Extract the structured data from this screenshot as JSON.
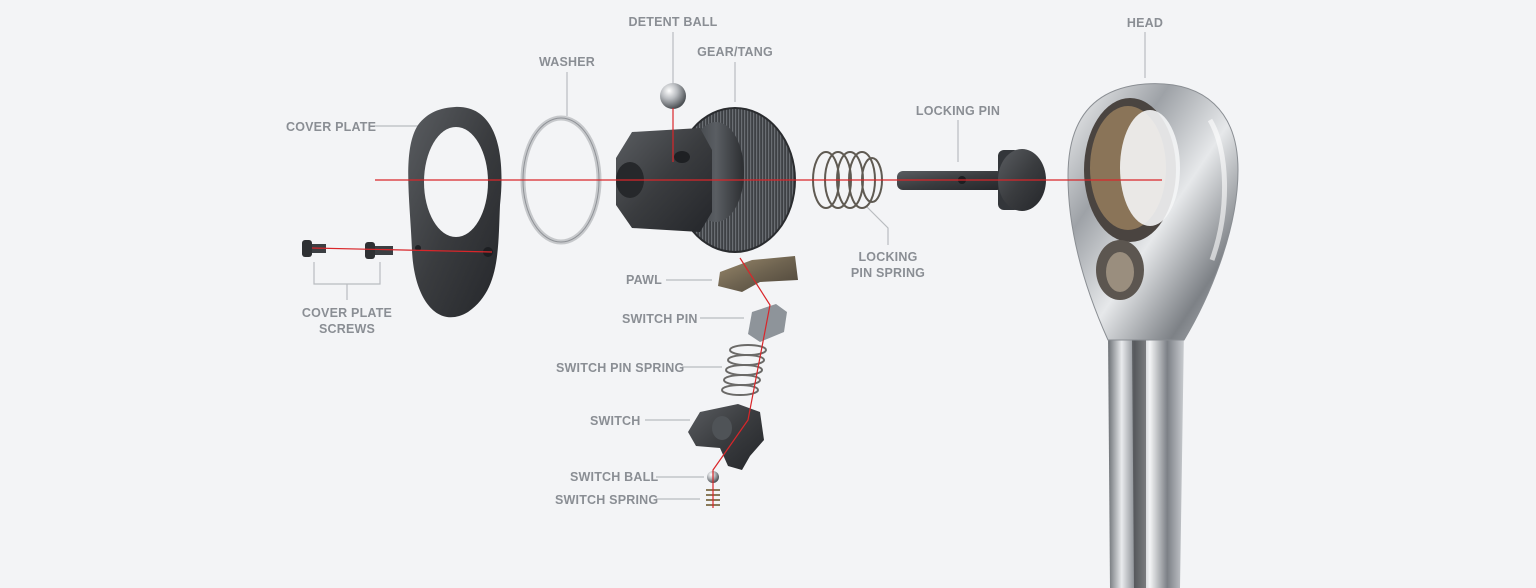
{
  "diagram": {
    "background_color": "#f3f4f6",
    "label_color": "#8a8e94",
    "axis_line_color": "#d9262a",
    "labels": {
      "detent_ball": "DETENT BALL",
      "gear_tang": "GEAR/TANG",
      "washer": "WASHER",
      "head": "HEAD",
      "cover_plate": "COVER PLATE",
      "locking_pin": "LOCKING PIN",
      "locking_pin_spring_line1": "LOCKING",
      "locking_pin_spring_line2": "PIN SPRING",
      "cover_plate_screws_line1": "COVER PLATE",
      "cover_plate_screws_line2": "SCREWS",
      "pawl": "PAWL",
      "switch_pin": "SWITCH PIN",
      "switch_pin_spring": "SWITCH PIN SPRING",
      "switch": "SWITCH",
      "switch_ball": "SWITCH BALL",
      "switch_spring": "SWITCH SPRING"
    }
  }
}
